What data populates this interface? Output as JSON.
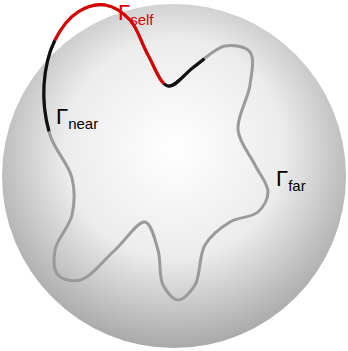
{
  "diagram": {
    "labels": [
      "Γself",
      "Γnear",
      "Γfar"
    ]
  }
}
